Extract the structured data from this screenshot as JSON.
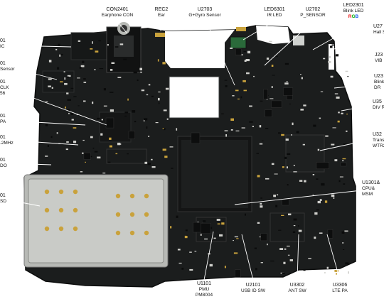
{
  "labels": {
    "con2401": {
      "id": "CON2401",
      "desc": "Earphone CON"
    },
    "rec2": {
      "id": "REC2",
      "desc": "Ear"
    },
    "u2703": {
      "id": "U2703",
      "desc": "G+Gyro Sensor"
    },
    "led6301": {
      "id": "LED6301",
      "desc": "IR LED"
    },
    "u2702": {
      "id": "U2702",
      "desc": "P_SENSOR"
    },
    "led2301": {
      "id": "LED2301",
      "desc": "Blink LED",
      "rgb": [
        "R",
        "G",
        "B"
      ]
    },
    "u27_hall": {
      "id": "U27",
      "desc": "Hall Se"
    },
    "j23": {
      "id": "J23",
      "desc": "VIB"
    },
    "u23": {
      "id": "U23",
      "desc": "Blink",
      "desc2": "DR"
    },
    "u35": {
      "id": "U35",
      "desc": "DIV R"
    },
    "u32": {
      "id": "U32",
      "desc": "Transc",
      "desc2": "WTR2"
    },
    "u1301": {
      "id": "U1301&",
      "desc": "CPU&",
      "desc2": "MSM"
    },
    "u1101": {
      "id": "U1101",
      "desc": "PMU",
      "desc2": "PM8004"
    },
    "u2101": {
      "id": "U2101",
      "desc": "USB ID SW"
    },
    "u3302": {
      "id": "U3302",
      "desc": "ANT SW"
    },
    "u3306": {
      "id": "U3306",
      "desc": "LTE PA"
    },
    "l1": {
      "id": "01",
      "desc": "IC"
    },
    "l2": {
      "id": "01",
      "desc": "Sensor"
    },
    "l3": {
      "id": "01",
      "desc": "CLK",
      "desc2": "56"
    },
    "l4": {
      "id": "01",
      "desc": "PA"
    },
    "l5": {
      "id": "01",
      "desc": ".2MHz"
    },
    "l6": {
      "id": "01",
      "desc": "DO"
    },
    "l7": {
      "id": "01",
      "desc": "SD"
    }
  },
  "colors": {
    "board": "#1a1c1c",
    "board_edge": "#0e100f",
    "soc": "#121313",
    "gold": "#c9a23c",
    "silver": "#b7b9b5",
    "line": "#ffffff"
  },
  "icon_names": [
    "pcb-board",
    "soc-chip",
    "sim-tray",
    "earphone-connector",
    "ir-led",
    "callout-line"
  ]
}
